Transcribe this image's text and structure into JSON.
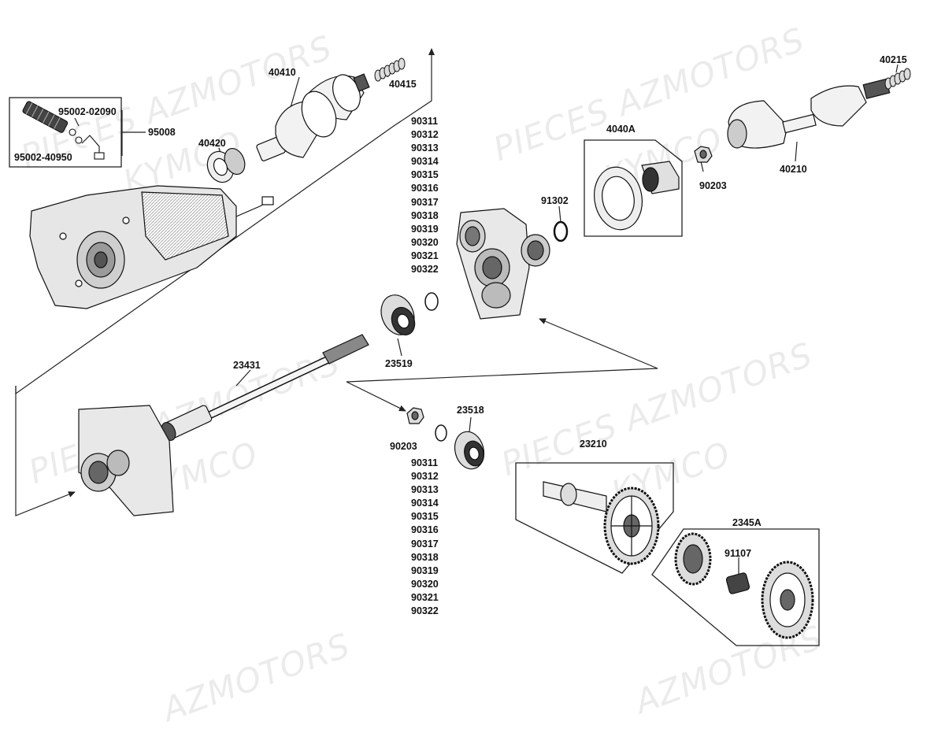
{
  "watermarks": [
    {
      "text": "PIECES AZMOTORS"
    },
    {
      "text": "KYMCO"
    },
    {
      "text": "PIECES AZMOTORS"
    },
    {
      "text": "KYMCO"
    },
    {
      "text": "PIECES AZMOTORS"
    },
    {
      "text": "KYMCO"
    },
    {
      "text": "PIECES AZMOTORS"
    },
    {
      "text": "KYMCO"
    },
    {
      "text": "AZMOTORS"
    },
    {
      "text": "AZMOTORS"
    }
  ],
  "parts": {
    "p95002_02090": "95002-02090",
    "p95008": "95008",
    "p95002_40950": "95002-40950",
    "p40410": "40410",
    "p40415": "40415",
    "p40420": "40420",
    "p4040A": "4040A",
    "p40215": "40215",
    "p40210": "40210",
    "p90203_top": "90203",
    "p91302": "91302",
    "p23519": "23519",
    "p23431": "23431",
    "p90203_bottom": "90203",
    "p23518": "23518",
    "p23210": "23210",
    "p2345A": "2345A",
    "p91107": "91107"
  },
  "shim_list_top": [
    "90311",
    "90312",
    "90313",
    "90314",
    "90315",
    "90316",
    "90317",
    "90318",
    "90319",
    "90320",
    "90321",
    "90322"
  ],
  "shim_list_bottom": [
    "90311",
    "90312",
    "90313",
    "90314",
    "90315",
    "90316",
    "90317",
    "90318",
    "90319",
    "90320",
    "90321",
    "90322"
  ]
}
